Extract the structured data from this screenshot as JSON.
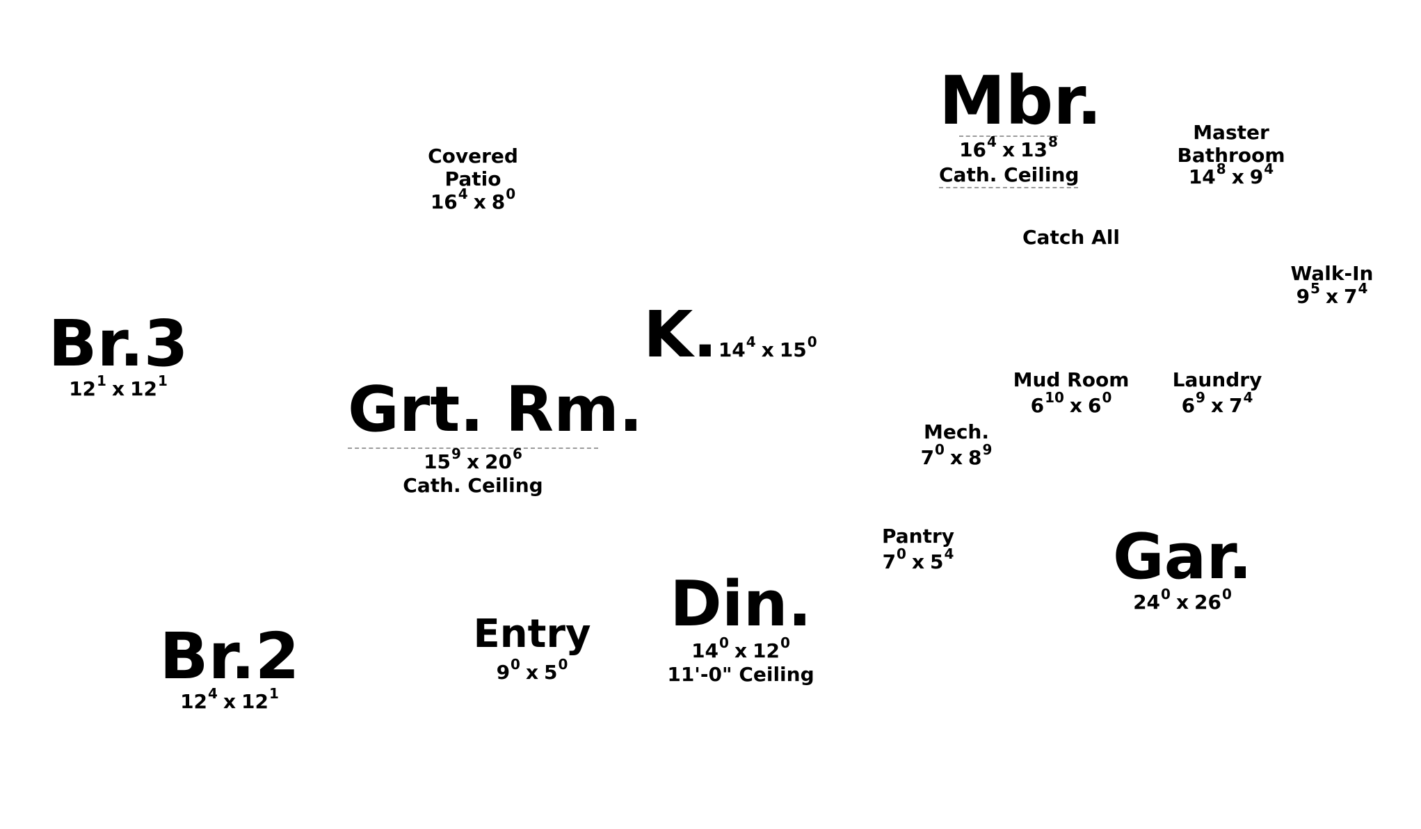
{
  "rooms": {
    "mbr": {
      "name": "Mbr.",
      "w": "16",
      "wi": "4",
      "h": "13",
      "hi": "8",
      "note": "Cath. Ceiling"
    },
    "master": {
      "name1": "Master",
      "name2": "Bathroom",
      "w": "14",
      "wi": "8",
      "h": "9",
      "hi": "4"
    },
    "patio": {
      "name1": "Covered",
      "name2": "Patio",
      "w": "16",
      "wi": "4",
      "h": "8",
      "hi": "0"
    },
    "catchall": {
      "name": "Catch All"
    },
    "walkin": {
      "name": "Walk-In",
      "w": "9",
      "wi": "5",
      "h": "7",
      "hi": "4"
    },
    "br3": {
      "name": "Br.3",
      "w": "12",
      "wi": "1",
      "h": "12",
      "hi": "1"
    },
    "kitchen": {
      "name": "K.",
      "w": "14",
      "wi": "4",
      "h": "15",
      "hi": "0"
    },
    "grt": {
      "name": "Grt. Rm.",
      "w": "15",
      "wi": "9",
      "h": "20",
      "hi": "6",
      "note": "Cath. Ceiling"
    },
    "mud": {
      "name": "Mud Room",
      "w": "6",
      "wi": "10",
      "h": "6",
      "hi": "0"
    },
    "laundry": {
      "name": "Laundry",
      "w": "6",
      "wi": "9",
      "h": "7",
      "hi": "4"
    },
    "mech": {
      "name": "Mech.",
      "w": "7",
      "wi": "0",
      "h": "8",
      "hi": "9"
    },
    "pantry": {
      "name": "Pantry",
      "w": "7",
      "wi": "0",
      "h": "5",
      "hi": "4"
    },
    "gar": {
      "name": "Gar.",
      "w": "24",
      "wi": "0",
      "h": "26",
      "hi": "0"
    },
    "br2": {
      "name": "Br.2",
      "w": "12",
      "wi": "4",
      "h": "12",
      "hi": "1"
    },
    "entry": {
      "name": "Entry",
      "w": "9",
      "wi": "0",
      "h": "5",
      "hi": "0"
    },
    "din": {
      "name": "Din.",
      "w": "14",
      "wi": "0",
      "h": "12",
      "hi": "0",
      "note": "11'-0\" Ceiling"
    }
  },
  "times_symbol": "x"
}
